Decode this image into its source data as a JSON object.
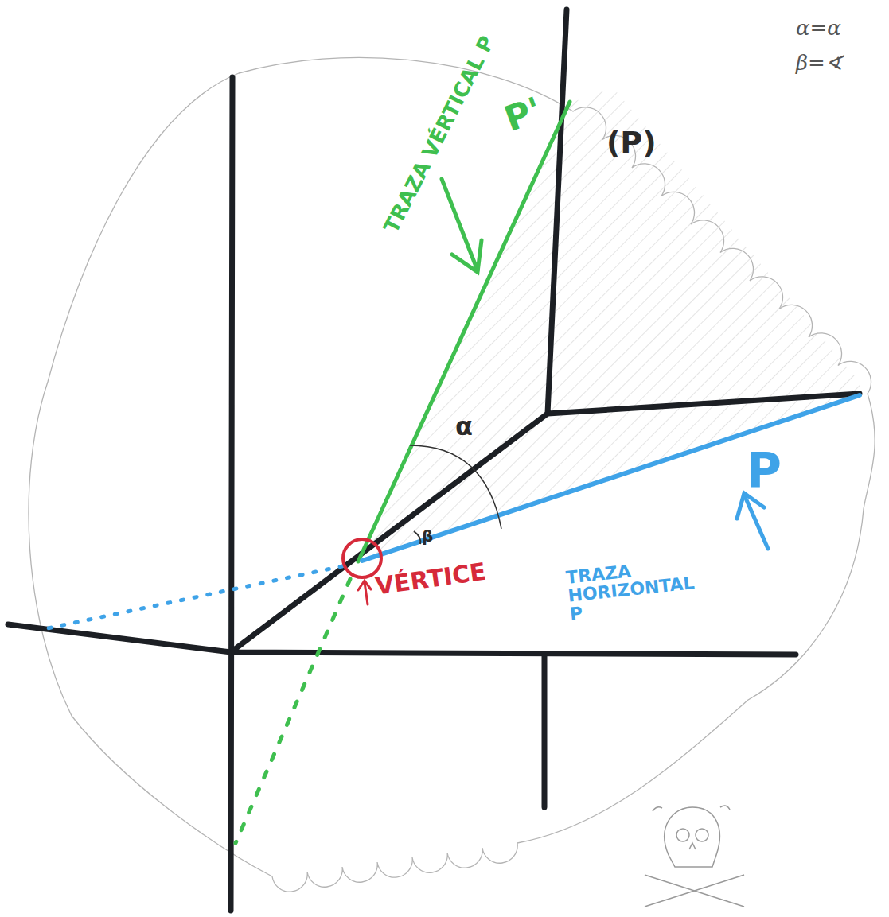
{
  "diagram": {
    "labels": [
      "TRAZA VÉRTICAL P",
      "P'",
      "(P)",
      "α",
      "β",
      "P",
      "TRAZA HORIZONTAL P",
      "VÉRTICE",
      "α=α",
      "β=∢"
    ]
  }
}
